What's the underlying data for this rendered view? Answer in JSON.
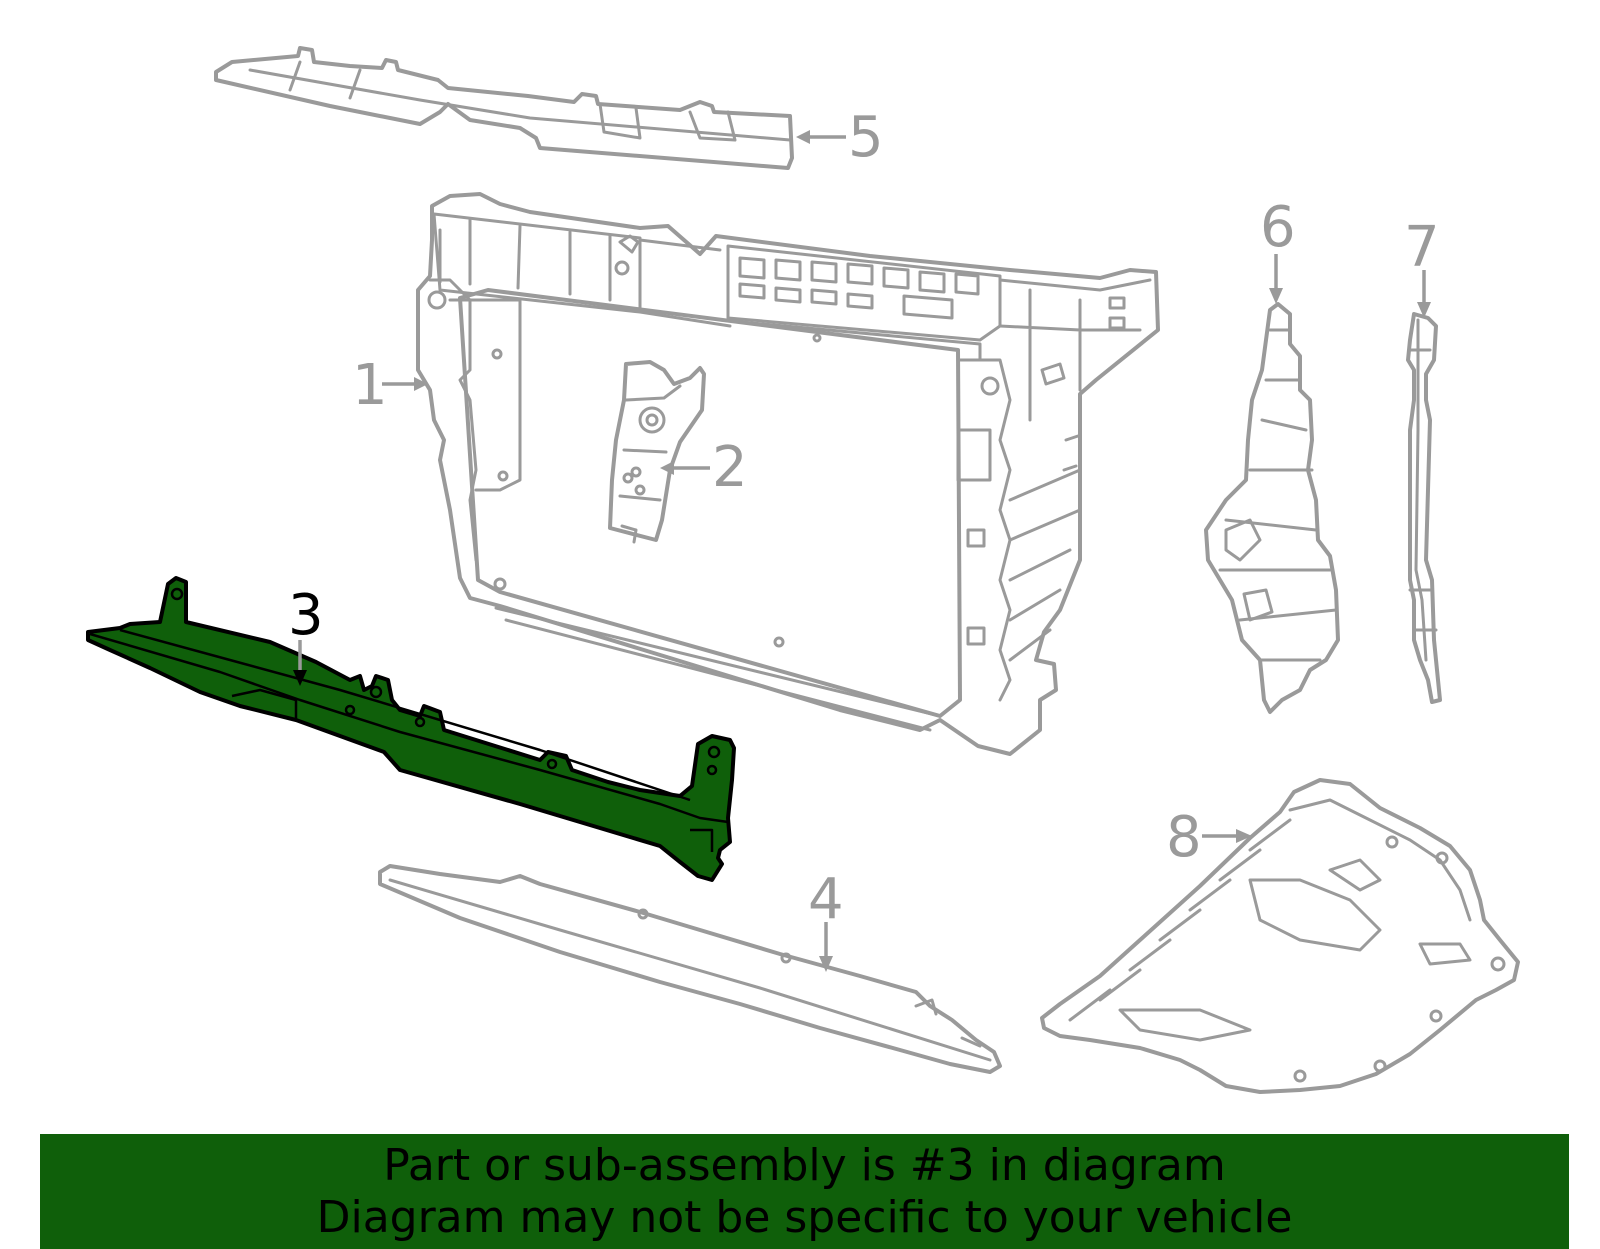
{
  "diagram": {
    "callouts": [
      {
        "id": "1",
        "label": "1"
      },
      {
        "id": "2",
        "label": "2"
      },
      {
        "id": "3",
        "label": "3"
      },
      {
        "id": "4",
        "label": "4"
      },
      {
        "id": "5",
        "label": "5"
      },
      {
        "id": "6",
        "label": "6"
      },
      {
        "id": "7",
        "label": "7"
      },
      {
        "id": "8",
        "label": "8"
      }
    ],
    "highlighted_callout": "3",
    "colors": {
      "highlight_fill": "#0f5f0a",
      "part_stroke": "#9a9a9a",
      "highlight_stroke": "#000000",
      "banner_bg": "#0f5f0a"
    }
  },
  "banner": {
    "line1": "Part or sub-assembly is #3 in diagram",
    "line2": "Diagram may not be specific to your vehicle"
  }
}
